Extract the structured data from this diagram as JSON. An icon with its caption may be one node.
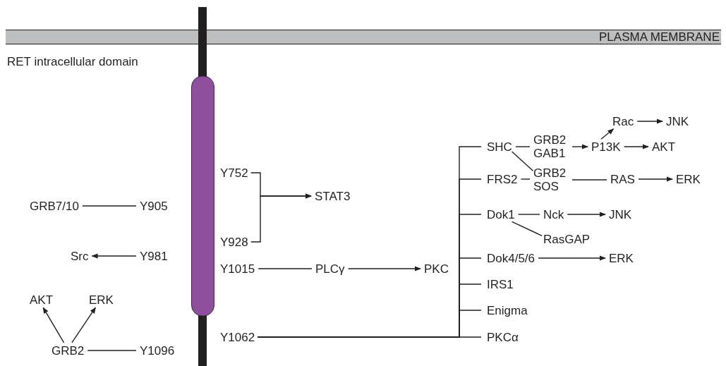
{
  "diagram": {
    "nodes": [
      {
        "text": [
          "PLASMA MEMBRANE"
        ]
      },
      {
        "text": [
          "Rac"
        ]
      },
      {
        "text": [
          "JNK"
        ]
      },
      {
        "text": [
          "SHC"
        ]
      },
      {
        "text": [
          "GRB2 GAB1"
        ]
      },
      {
        "text": [
          "P13K"
        ]
      },
      {
        "text": [
          "AKT"
        ]
      },
      {
        "text": [
          "Y752"
        ]
      },
      {
        "text": [
          "FRS2"
        ]
      },
      {
        "text": [
          "GRB2 SOS"
        ]
      },
      {
        "text": [
          "RAS"
        ]
      },
      {
        "text": [
          "ERK"
        ]
      },
      {
        "text": [
          "STAT3"
        ]
      },
      {
        "text": [
          "GRB7/10"
        ]
      },
      {
        "text": [
          "Y905"
        ]
      },
      {
        "text": [
          "Dok1"
        ]
      },
      {
        "text": [
          "Nck"
        ]
      },
      {
        "text": [
          "JNK"
        ]
      },
      {
        "text": [
          "RasGAP"
        ]
      },
      {
        "text": [
          "Y928"
        ]
      },
      {
        "text": [
          "Src"
        ]
      },
      {
        "text": [
          "Y981"
        ]
      },
      {
        "text": [
          "Y1015"
        ]
      },
      {
        "text": [
          "PLCγ"
        ]
      },
      {
        "text": [
          "PKC"
        ]
      },
      {
        "text": [
          "Dok4/5/6"
        ]
      },
      {
        "text": [
          "ERK"
        ]
      },
      {
        "text": [
          "IRS1"
        ]
      },
      {
        "text": [
          "AKT"
        ]
      },
      {
        "text": [
          "ERK"
        ]
      },
      {
        "text": [
          "Enigma"
        ]
      },
      {
        "text": [
          "Y1062"
        ]
      },
      {
        "text": [
          "PKCα"
        ]
      },
      {
        "text": [
          "GRB2"
        ]
      },
      {
        "text": [
          "Y1096"
        ]
      }
    ],
    "edges": [
      {
        "from": 7,
        "to": 12,
        "arrow": "to"
      },
      {
        "from": 19,
        "to": 12,
        "arrow": "to"
      },
      {
        "from": 13,
        "to": 14,
        "arrow": "none"
      },
      {
        "from": 21,
        "to": 20,
        "arrow": "to"
      },
      {
        "from": 33,
        "to": 28,
        "arrow": "to"
      },
      {
        "from": 33,
        "to": 29,
        "arrow": "to"
      },
      {
        "from": 33,
        "to": 34,
        "arrow": "none"
      },
      {
        "from": 22,
        "to": 23,
        "arrow": "none"
      },
      {
        "from": 23,
        "to": 24,
        "arrow": "to"
      },
      {
        "from": 31,
        "to": 3,
        "arrow": "none"
      },
      {
        "from": 31,
        "to": 8,
        "arrow": "none"
      },
      {
        "from": 31,
        "to": 15,
        "arrow": "none"
      },
      {
        "from": 31,
        "to": 25,
        "arrow": "none"
      },
      {
        "from": 31,
        "to": 27,
        "arrow": "none"
      },
      {
        "from": 31,
        "to": 30,
        "arrow": "none"
      },
      {
        "from": 31,
        "to": 32,
        "arrow": "none"
      },
      {
        "from": 3,
        "to": 4,
        "arrow": "none"
      },
      {
        "from": 3,
        "to": 9,
        "arrow": "none"
      },
      {
        "from": 4,
        "to": 5,
        "arrow": "to"
      },
      {
        "from": 5,
        "to": 6,
        "arrow": "to"
      },
      {
        "from": 5,
        "to": 1,
        "arrow": "to"
      },
      {
        "from": 1,
        "to": 2,
        "arrow": "to"
      },
      {
        "from": 8,
        "to": 9,
        "arrow": "none"
      },
      {
        "from": 9,
        "to": 10,
        "arrow": "none"
      },
      {
        "from": 10,
        "to": 11,
        "arrow": "to"
      },
      {
        "from": 15,
        "to": 16,
        "arrow": "none"
      },
      {
        "from": 16,
        "to": 17,
        "arrow": "to"
      },
      {
        "from": 15,
        "to": 18,
        "arrow": "none"
      },
      {
        "from": 25,
        "to": 26,
        "arrow": "to"
      }
    ],
    "labels": [
      "RET intracellular domain"
    ]
  }
}
